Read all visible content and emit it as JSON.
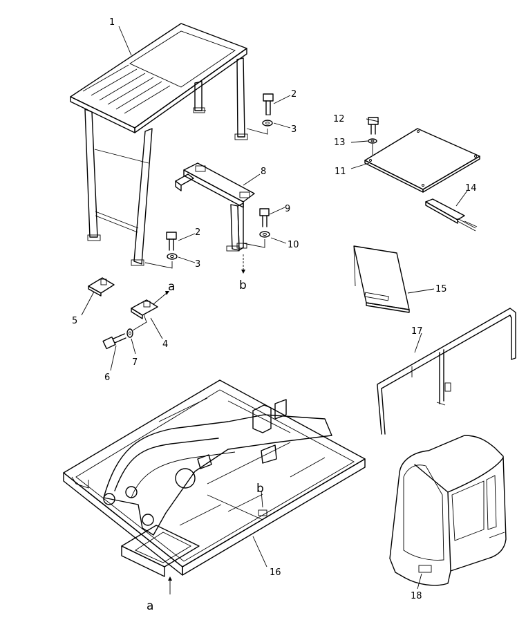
{
  "diagram": {
    "callouts": [
      "1",
      "2",
      "3",
      "2",
      "3",
      "4",
      "5",
      "6",
      "7",
      "8",
      "9",
      "10",
      "11",
      "12",
      "13",
      "14",
      "15",
      "16",
      "17",
      "18"
    ],
    "letters": [
      "a",
      "b",
      "b",
      "a"
    ]
  }
}
